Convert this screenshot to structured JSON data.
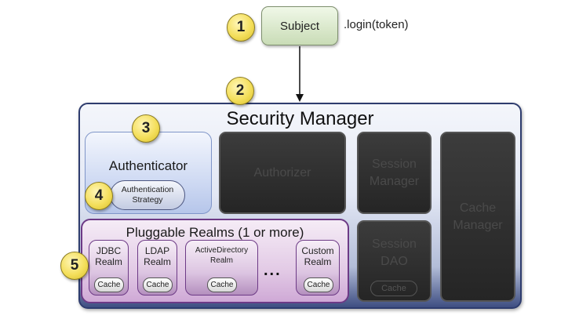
{
  "subject": {
    "label": "Subject",
    "method": ".login(token)"
  },
  "steps": [
    "1",
    "2",
    "3",
    "4",
    "5"
  ],
  "security_manager": {
    "title": "Security Manager",
    "authenticator": {
      "title": "Authenticator",
      "strategy_line1": "Authentication",
      "strategy_line2": "Strategy"
    },
    "authorizer": "Authorizer",
    "session_manager": {
      "line1": "Session",
      "line2": "Manager"
    },
    "session_dao": {
      "line1": "Session",
      "line2": "DAO",
      "cache": "Cache"
    },
    "cache_manager": {
      "line1": "Cache",
      "line2": "Manager"
    },
    "realms": {
      "title": "Pluggable Realms (1 or more)",
      "ellipsis": "...",
      "items": [
        {
          "line1": "JDBC",
          "line2": "Realm",
          "cache": "Cache"
        },
        {
          "line1": "LDAP",
          "line2": "Realm",
          "cache": "Cache"
        },
        {
          "line1": "ActiveDirectory",
          "line2": "Realm",
          "cache": "Cache"
        },
        {
          "line1": "Custom",
          "line2": "Realm",
          "cache": "Cache"
        }
      ]
    }
  },
  "colors": {
    "badge": "#f4df5c",
    "subject": "#d7e6c8",
    "security_manager_border": "#2e3c6e",
    "authenticator": "#cfdaf3",
    "inactive_component": "#2e2e2e",
    "realms": "#e3cbe6"
  }
}
